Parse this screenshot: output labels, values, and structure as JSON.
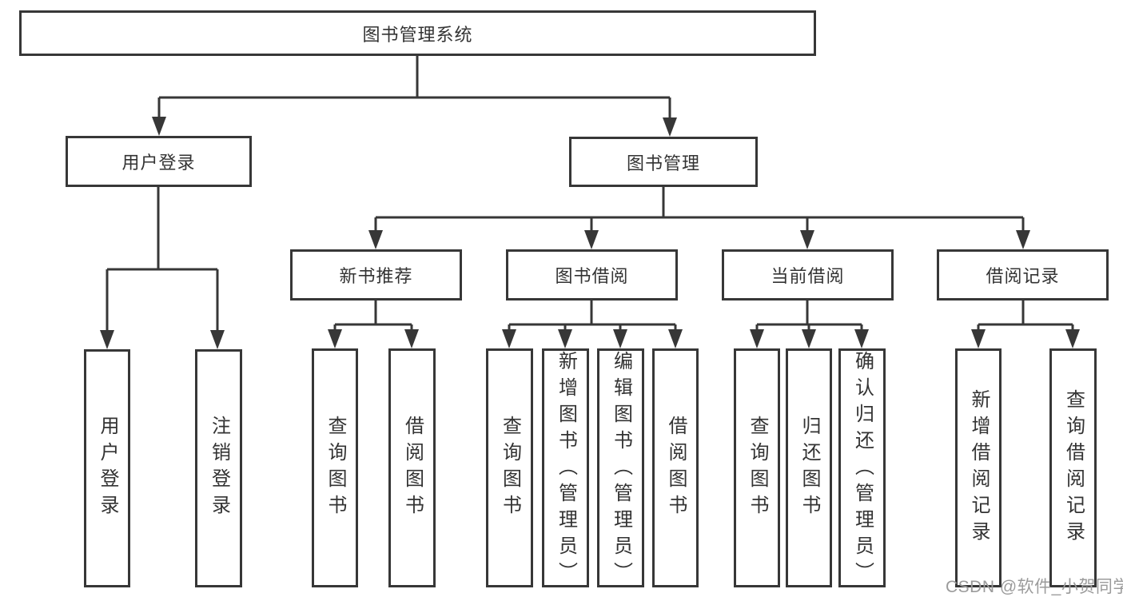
{
  "tree": {
    "root": {
      "label": "图书管理系统"
    },
    "branches": [
      {
        "label": "用户登录",
        "children": [
          {
            "label": "用户登录"
          },
          {
            "label": "注销登录"
          }
        ]
      },
      {
        "label": "图书管理",
        "children": [
          {
            "label": "新书推荐",
            "children": [
              {
                "label": "查询图书"
              },
              {
                "label": "借阅图书"
              }
            ]
          },
          {
            "label": "图书借阅",
            "children": [
              {
                "label": "查询图书"
              },
              {
                "label": "新增图书（管理员）"
              },
              {
                "label": "编辑图书（管理员）"
              },
              {
                "label": "借阅图书"
              }
            ]
          },
          {
            "label": "当前借阅",
            "children": [
              {
                "label": "查询图书"
              },
              {
                "label": "归还图书"
              },
              {
                "label": "确认归还（管理员）"
              }
            ]
          },
          {
            "label": "借阅记录",
            "children": [
              {
                "label": "新增借阅记录"
              },
              {
                "label": "查询借阅记录"
              }
            ]
          }
        ]
      }
    ]
  },
  "watermark": "CSDN @软件_小贺同学",
  "colors": {
    "line": "#373737",
    "text": "#333333",
    "watermark": "#9b9b9b",
    "background": "#ffffff"
  }
}
